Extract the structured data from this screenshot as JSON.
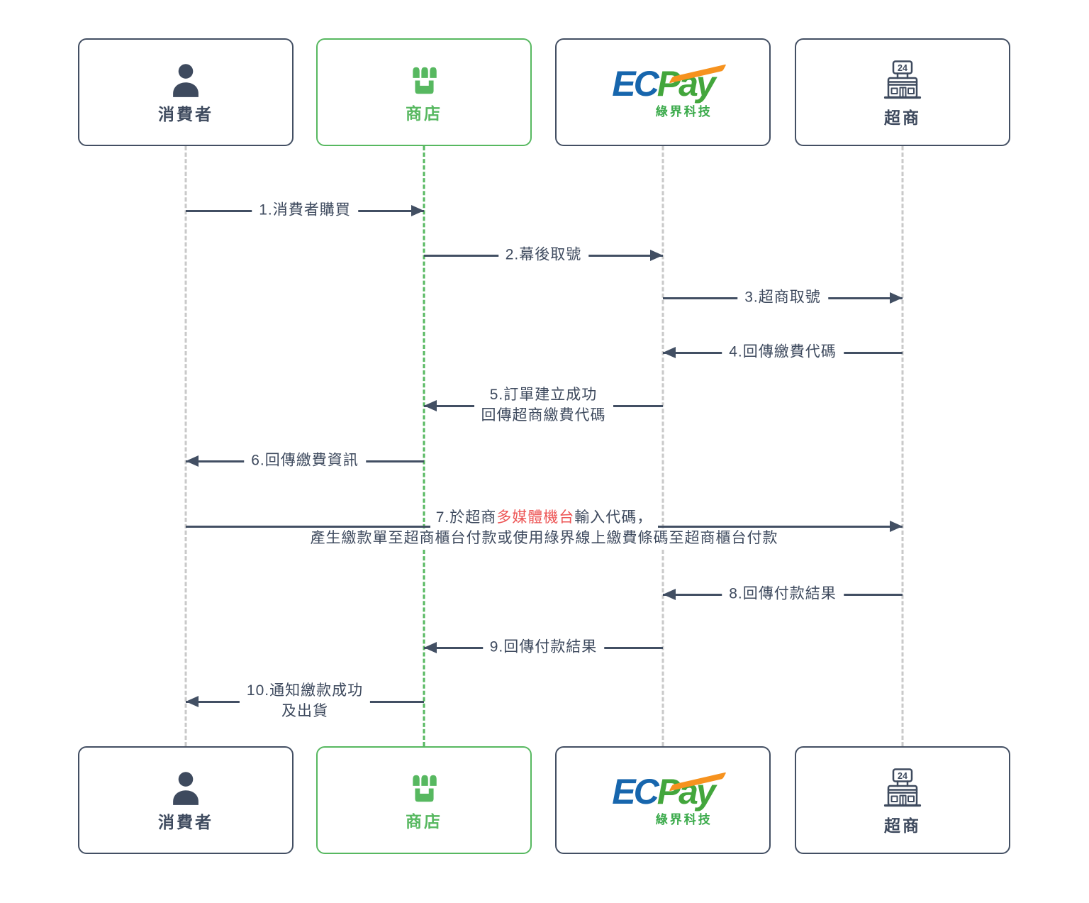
{
  "colors": {
    "navy": "#3e4a5e",
    "accent_green": "#57b860",
    "highlight_red": "#ed5555",
    "lifeline_gray": "#c9c9c9",
    "ecpay_blue": "#1766ad",
    "ecpay_green": "#43a63c",
    "ecpay_orange": "#f6921e"
  },
  "actors": {
    "consumer": {
      "label": "消費者",
      "icon": "person-icon"
    },
    "store": {
      "label": "商店",
      "icon": "storefront-icon"
    },
    "ecpay": {
      "logo_ec": "EC",
      "logo_pay": "Pay",
      "logo_subtitle": "綠界科技",
      "icon": "ecpay-logo"
    },
    "cvs": {
      "label": "超商",
      "sign": "24",
      "icon": "convenience-store-24-icon"
    }
  },
  "messages": {
    "m1": {
      "label": "1.消費者購買",
      "from": "consumer",
      "to": "store"
    },
    "m2": {
      "label": "2.幕後取號",
      "from": "store",
      "to": "ecpay"
    },
    "m3": {
      "label": "3.超商取號",
      "from": "ecpay",
      "to": "cvs"
    },
    "m4": {
      "label": "4.回傳繳費代碼",
      "from": "cvs",
      "to": "ecpay"
    },
    "m5": {
      "line1": "5.訂單建立成功",
      "line2": "回傳超商繳費代碼",
      "from": "ecpay",
      "to": "store"
    },
    "m6": {
      "label": "6.回傳繳費資訊",
      "from": "store",
      "to": "consumer"
    },
    "m7": {
      "line1_prefix": "7.於超商",
      "line1_highlight": "多媒體機台",
      "line1_suffix": "輸入代碼，",
      "line2": "產生繳款單至超商櫃台付款或使用綠界線上繳費條碼至超商櫃台付款",
      "from": "consumer",
      "to": "cvs"
    },
    "m8": {
      "label": "8.回傳付款結果",
      "from": "cvs",
      "to": "ecpay"
    },
    "m9": {
      "label": "9.回傳付款結果",
      "from": "ecpay",
      "to": "store"
    },
    "m10": {
      "line1": "10.通知繳款成功",
      "line2": "及出貨",
      "from": "store",
      "to": "consumer"
    }
  }
}
